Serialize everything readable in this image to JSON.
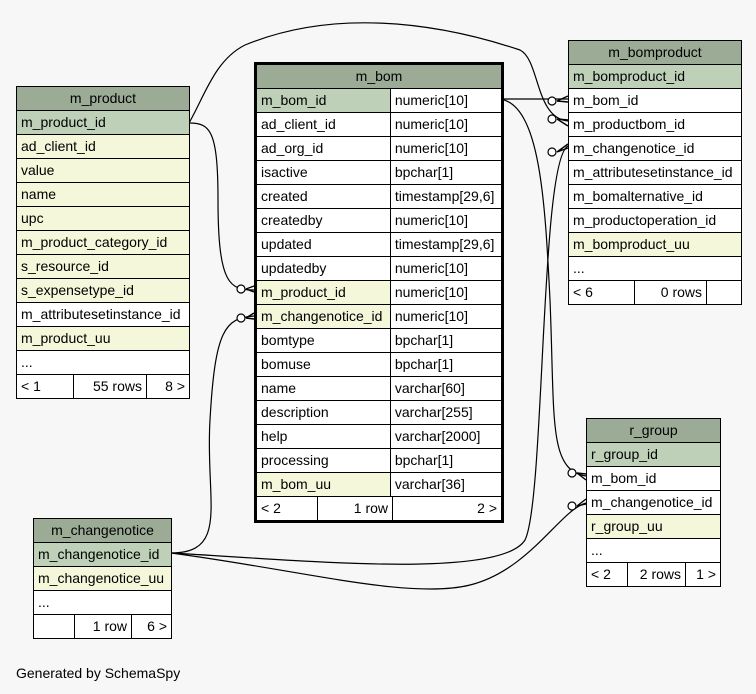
{
  "tables": {
    "m_product": {
      "name": "m_product",
      "columns": [
        "m_product_id",
        "ad_client_id",
        "value",
        "name",
        "upc",
        "m_product_category_id",
        "s_resource_id",
        "s_expensetype_id",
        "m_attributesetinstance_id",
        "m_product_uu",
        "..."
      ],
      "footer": {
        "left": "< 1",
        "mid": "55 rows",
        "right": "8 >"
      }
    },
    "m_bom": {
      "name": "m_bom",
      "columns": [
        {
          "name": "m_bom_id",
          "type": "numeric[10]"
        },
        {
          "name": "ad_client_id",
          "type": "numeric[10]"
        },
        {
          "name": "ad_org_id",
          "type": "numeric[10]"
        },
        {
          "name": "isactive",
          "type": "bpchar[1]"
        },
        {
          "name": "created",
          "type": "timestamp[29,6]"
        },
        {
          "name": "createdby",
          "type": "numeric[10]"
        },
        {
          "name": "updated",
          "type": "timestamp[29,6]"
        },
        {
          "name": "updatedby",
          "type": "numeric[10]"
        },
        {
          "name": "m_product_id",
          "type": "numeric[10]"
        },
        {
          "name": "m_changenotice_id",
          "type": "numeric[10]"
        },
        {
          "name": "bomtype",
          "type": "bpchar[1]"
        },
        {
          "name": "bomuse",
          "type": "bpchar[1]"
        },
        {
          "name": "name",
          "type": "varchar[60]"
        },
        {
          "name": "description",
          "type": "varchar[255]"
        },
        {
          "name": "help",
          "type": "varchar[2000]"
        },
        {
          "name": "processing",
          "type": "bpchar[1]"
        },
        {
          "name": "m_bom_uu",
          "type": "varchar[36]"
        }
      ],
      "footer": {
        "left": "< 2",
        "mid": "1 row",
        "right": "2 >"
      }
    },
    "m_bomproduct": {
      "name": "m_bomproduct",
      "columns": [
        "m_bomproduct_id",
        "m_bom_id",
        "m_productbom_id",
        "m_changenotice_id",
        "m_attributesetinstance_id",
        "m_bomalternative_id",
        "m_productoperation_id",
        "m_bomproduct_uu",
        "..."
      ],
      "footer": {
        "left": "< 6",
        "mid": "0 rows",
        "right": ""
      }
    },
    "r_group": {
      "name": "r_group",
      "columns": [
        "r_group_id",
        "m_bom_id",
        "m_changenotice_id",
        "r_group_uu",
        "..."
      ],
      "footer": {
        "left": "< 2",
        "mid": "2 rows",
        "right": "1 >"
      }
    },
    "m_changenotice": {
      "name": "m_changenotice",
      "columns": [
        "m_changenotice_id",
        "m_changenotice_uu",
        "..."
      ],
      "footer": {
        "left": "",
        "mid": "1 row",
        "right": "6 >"
      }
    }
  },
  "generated_by": "Generated by SchemaSpy",
  "colors": {
    "header": "#9bab96",
    "primary_key": "#bed1b8",
    "foreign_key": "#f4f7da",
    "background": "#f7f7f7"
  }
}
